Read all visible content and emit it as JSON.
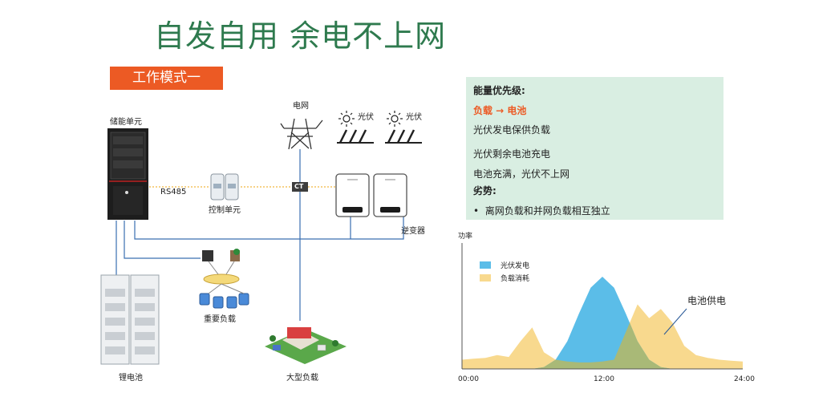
{
  "title": "自发自用 余电不上网",
  "mode_label": "工作模式一",
  "labels": {
    "storage_unit": "储能单元",
    "grid": "电网",
    "pv1": "光伏",
    "pv2": "光伏",
    "rs485": "RS485",
    "ct": "CT",
    "control_unit": "控制单元",
    "inverter": "逆变器",
    "critical_load": "重要负载",
    "large_load": "大型负载",
    "battery": "锂电池"
  },
  "panel": {
    "priority_heading": "能量优先级:",
    "priority_flow": "负载 → 电池",
    "line1": "光伏发电保供负载",
    "line2": "光伏剩余电池充电",
    "line3": "电池充满，光伏不上网",
    "disadvantage_heading": "劣势:",
    "disadvantage_item": "离网负载和并网负载相互独立"
  },
  "colors": {
    "title": "#2e7a4e",
    "accent": "#ec5a24",
    "panel_bg": "#d9eee2",
    "pv": "#5bbde8",
    "load": "#f8d98e",
    "overlap": "#a9b977",
    "wire": "#3a6fb0",
    "comm": "#f2b640"
  },
  "chart_data": {
    "type": "area",
    "ylabel": "功率",
    "x_ticks": [
      "00:00",
      "12:00",
      "24:00"
    ],
    "series": [
      {
        "name": "光伏发电",
        "color": "#5bbde8",
        "hours": [
          0,
          5,
          6,
          7,
          8,
          9,
          10,
          11,
          12,
          13,
          14,
          15,
          16,
          17,
          18,
          19,
          24
        ],
        "values": [
          0,
          0,
          0,
          2,
          10,
          30,
          60,
          88,
          100,
          88,
          60,
          30,
          10,
          2,
          0,
          0,
          0
        ]
      },
      {
        "name": "负载消耗",
        "color": "#f8d98e",
        "hours": [
          0,
          1,
          2,
          3,
          4,
          5,
          6,
          7,
          8,
          9,
          10,
          11,
          12,
          13,
          14,
          15,
          16,
          17,
          18,
          19,
          20,
          21,
          22,
          23,
          24
        ],
        "values": [
          10,
          11,
          12,
          15,
          13,
          30,
          45,
          18,
          10,
          8,
          7,
          7,
          8,
          10,
          40,
          70,
          55,
          65,
          50,
          25,
          15,
          12,
          10,
          9,
          8
        ]
      }
    ],
    "annotation": "电池供电"
  }
}
